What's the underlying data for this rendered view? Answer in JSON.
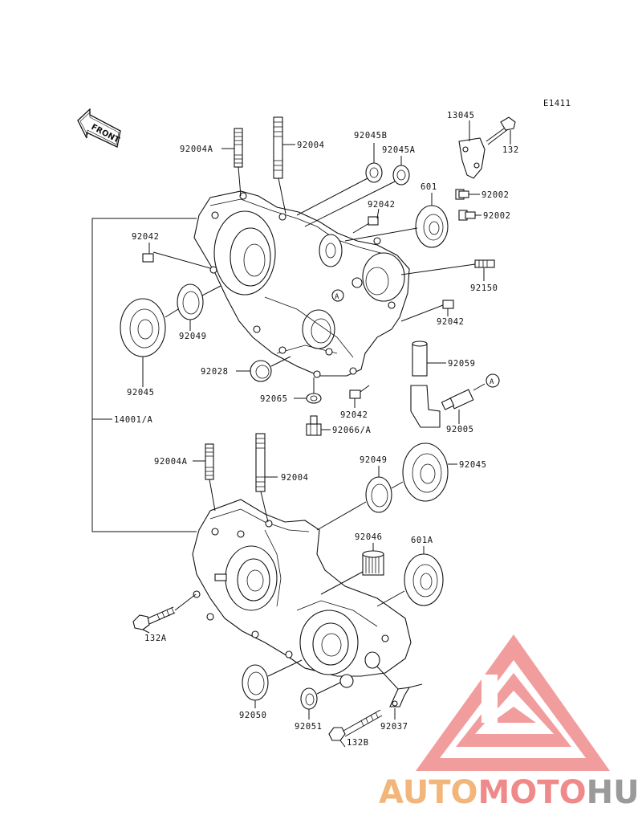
{
  "diagram": {
    "code": "E1411",
    "front_label": "FRONT",
    "circle_marker": "A",
    "labels": {
      "p92004A_top": "92004A",
      "p92004_top": "92004",
      "p92045B": "92045B",
      "p92045A": "92045A",
      "p13045": "13045",
      "p132": "132",
      "p601": "601",
      "p92002_a": "92002",
      "p92002_b": "92002",
      "p92042_top": "92042",
      "p92042_left": "92042",
      "p92150": "92150",
      "p92042_mid": "92042",
      "p92049_top": "92049",
      "p92045_left": "92045",
      "p92028": "92028",
      "p92059": "92059",
      "p92065": "92065",
      "p92042_bot": "92042",
      "p92005": "92005",
      "p92066A": "92066/A",
      "p14001A": "14001/A",
      "p92004A_bot": "92004A",
      "p92004_bot": "92004",
      "p92049_bot": "92049",
      "p92045_bot": "92045",
      "p92046": "92046",
      "p601A": "601A",
      "p132A": "132A",
      "p92050": "92050",
      "p92051": "92051",
      "p92037": "92037",
      "p132B": "132B"
    }
  },
  "watermark": {
    "text_part1": "AUTO",
    "text_part2": "MOTO",
    "text_part3": "HUB",
    "color1": "#f2b57a",
    "color2": "#f08a8a",
    "color3": "#9a9a9a",
    "logo_color": "#f08c8c"
  }
}
